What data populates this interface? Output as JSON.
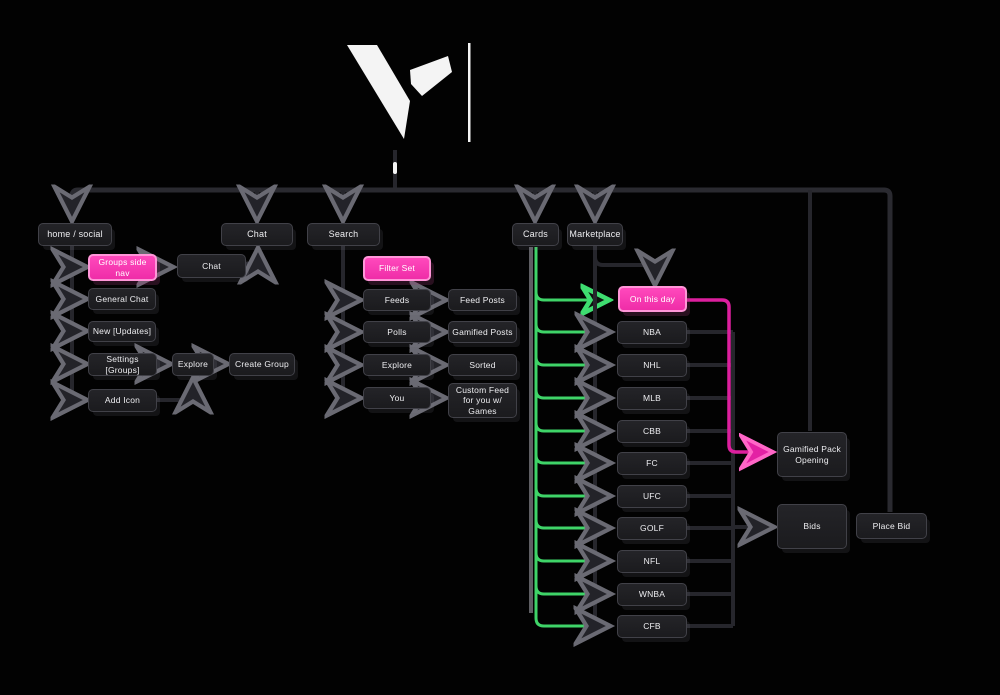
{
  "colors": {
    "background": "#020202",
    "node_fill": "#1e1e21",
    "node_border": "#414148",
    "accent_pink": "#f43eb4",
    "accent_pink_border": "#ff96d8",
    "accent_green": "#3fd468",
    "pink_line": "#dd1f9e",
    "grey_line": "#7d7d84",
    "dark_line": "#26262c",
    "text": "#ededf0"
  },
  "logo": {
    "icon": "angular-v-brand-mark"
  },
  "top_nav": [
    {
      "id": "home_social",
      "label": "home / social"
    },
    {
      "id": "chat",
      "label": "Chat"
    },
    {
      "id": "search",
      "label": "Search"
    },
    {
      "id": "cards",
      "label": "Cards"
    },
    {
      "id": "marketplace",
      "label": "Marketplace"
    }
  ],
  "home_social": {
    "children": [
      {
        "id": "groups_side_nav",
        "label": "Groups side nav",
        "variant": "pink"
      },
      {
        "id": "general_chat",
        "label": "General Chat"
      },
      {
        "id": "new_updates",
        "label": "New [Updates]"
      },
      {
        "id": "settings_groups",
        "label": "Settings [Groups]"
      },
      {
        "id": "add_icon",
        "label": "Add Icon"
      }
    ],
    "chat_child": {
      "label": "Chat"
    },
    "explore": {
      "label": "Explore"
    },
    "create_group": {
      "label": "Create Group"
    }
  },
  "search": {
    "filter_set": {
      "label": "Filter Set",
      "variant": "pink"
    },
    "rows": [
      {
        "left": "Feeds",
        "right": "Feed Posts"
      },
      {
        "left": "Polls",
        "right": "Gamified Posts"
      },
      {
        "left": "Explore",
        "right": "Sorted"
      },
      {
        "left": "You",
        "right": "Custom Feed for you w/ Games"
      }
    ]
  },
  "cards": {
    "items": [
      {
        "label": "On this day",
        "variant": "pink"
      },
      {
        "label": "NBA"
      },
      {
        "label": "NHL"
      },
      {
        "label": "MLB"
      },
      {
        "label": "CBB"
      },
      {
        "label": "FC"
      },
      {
        "label": "UFC"
      },
      {
        "label": "GOLF"
      },
      {
        "label": "NFL"
      },
      {
        "label": "WNBA"
      },
      {
        "label": "CFB"
      }
    ]
  },
  "marketplace_flow": {
    "gamified_pack_opening": {
      "label": "Gamified Pack Opening"
    },
    "bids": {
      "label": "Bids"
    },
    "place_bid": {
      "label": "Place Bid"
    }
  }
}
